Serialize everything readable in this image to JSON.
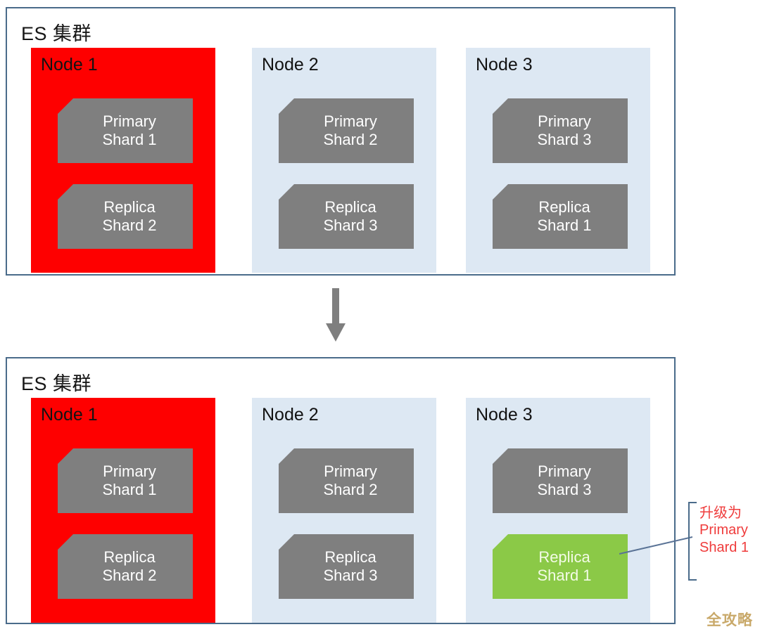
{
  "diagram": {
    "title_before": "ES 集群",
    "title_after": "ES 集群",
    "arrow_icon": "down-arrow-icon",
    "watermark": "全攻略",
    "colors": {
      "node_failed": "#FE0000",
      "node_healthy": "#DDE8F3",
      "shard_normal": "#7F7F7F",
      "shard_promoted": "#8BC947",
      "panel_border": "#4A6B8A",
      "annotation_text": "#EF3C3C",
      "watermark": "#C9A96A"
    }
  },
  "before": {
    "title": "ES 集群",
    "nodes": [
      {
        "name": "Node 1",
        "state": "failed",
        "shards": [
          {
            "line1": "Primary",
            "line2": "Shard 1",
            "text": "Primary\nShard 1",
            "state": "normal"
          },
          {
            "line1": "Replica",
            "line2": "Shard 2",
            "text": "Replica\nShard 2",
            "state": "normal"
          }
        ]
      },
      {
        "name": "Node 2",
        "state": "healthy",
        "shards": [
          {
            "line1": "Primary",
            "line2": "Shard 2",
            "text": "Primary\nShard 2",
            "state": "normal"
          },
          {
            "line1": "Replica",
            "line2": "Shard 3",
            "text": "Replica\nShard 3",
            "state": "normal"
          }
        ]
      },
      {
        "name": "Node 3",
        "state": "healthy",
        "shards": [
          {
            "line1": "Primary",
            "line2": "Shard 3",
            "text": "Primary\nShard 3",
            "state": "normal"
          },
          {
            "line1": "Replica",
            "line2": "Shard 1",
            "text": "Replica\nShard 1",
            "state": "normal"
          }
        ]
      }
    ]
  },
  "after": {
    "title": "ES 集群",
    "nodes": [
      {
        "name": "Node 1",
        "state": "failed",
        "shards": [
          {
            "line1": "Primary",
            "line2": "Shard 1",
            "text": "Primary\nShard 1",
            "state": "normal"
          },
          {
            "line1": "Replica",
            "line2": "Shard 2",
            "text": "Replica\nShard 2",
            "state": "normal"
          }
        ]
      },
      {
        "name": "Node 2",
        "state": "healthy",
        "shards": [
          {
            "line1": "Primary",
            "line2": "Shard 2",
            "text": "Primary\nShard 2",
            "state": "normal"
          },
          {
            "line1": "Replica",
            "line2": "Shard 3",
            "text": "Replica\nShard 3",
            "state": "normal"
          }
        ]
      },
      {
        "name": "Node 3",
        "state": "healthy",
        "shards": [
          {
            "line1": "Primary",
            "line2": "Shard 3",
            "text": "Primary\nShard 3",
            "state": "normal"
          },
          {
            "line1": "Replica",
            "line2": "Shard 1",
            "text": "Replica\nShard 1",
            "state": "promoted"
          }
        ]
      }
    ],
    "annotation": {
      "text": "升级为\nPrimary\nShard 1",
      "line1": "升级为",
      "line2": "Primary",
      "line3": "Shard 1"
    }
  }
}
